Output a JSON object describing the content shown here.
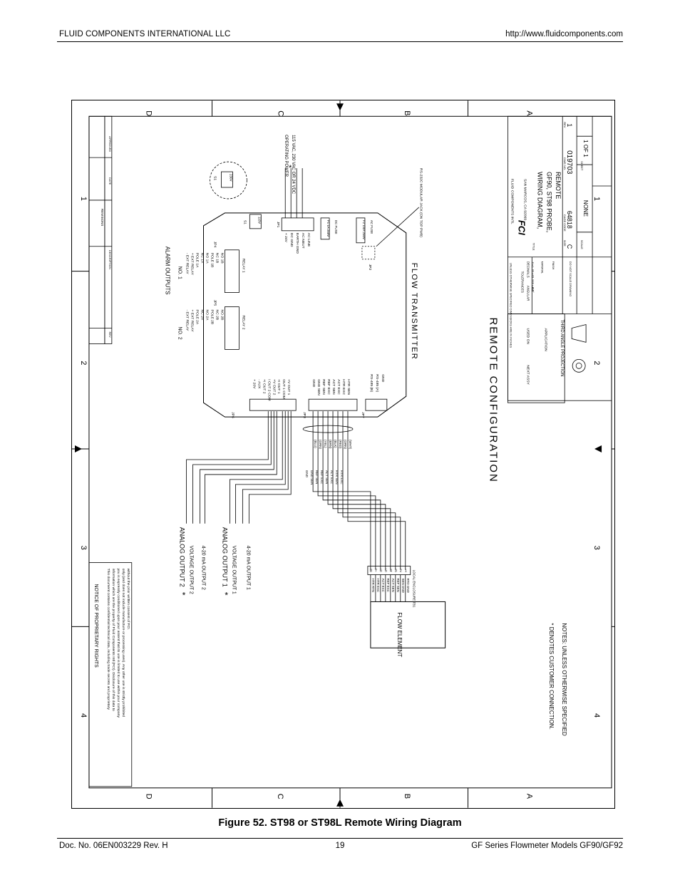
{
  "header": {
    "company": "FLUID COMPONENTS INTERNATIONAL LLC",
    "url": "http://www.fluidcomponents.com"
  },
  "drawing": {
    "title_main": "REMOTE CONFIGURATION",
    "flow_transmitter": "FLOW TRANSMITTER",
    "alarm_outputs": "ALARM OUTPUTS",
    "relay_no1": "NO. 1",
    "relay_no2": "NO. 2",
    "relay1": "RELAY 1",
    "relay2": "RELAY 2",
    "relay_terms_1": [
      "NO 1B",
      "NC 1B",
      "POLE 1B",
      "NO 1A",
      "NC 1A",
      "POLE 1A",
      "+ EXT RELAY",
      "- EXT RELAY"
    ],
    "relay_terms_2": [
      "NO 2B",
      "NC 2B",
      "POLE 2B",
      "NO 2A",
      "NC 2A",
      "POLE 2A",
      "+ EXT RELAY",
      "- EXT RELAY"
    ],
    "jp4": "JP4",
    "jp5": "JP5",
    "jp6": "JP6",
    "jp3": "JP3",
    "jp7": "JP7",
    "jp1": "JP1",
    "jp2": "JP2",
    "s1": "S1",
    "sw_115v": "115V",
    "sw_230v": "230V",
    "jp1_terms": [
      "+ 24V",
      "DC GND",
      "EARTH GND",
      "AC NEUT",
      "AC LINE"
    ],
    "operating_power": "OPERATING POWER",
    "power_spec": "115 VAC, 230 VAC OR 24 VDC",
    "dc_fuse": "DC FUSE",
    "dc_fuse_rating": "F1 1A 250V",
    "ac_fuse": "AC FUSE",
    "ac_fuse_rating": "F2 1/4A 250V",
    "rs232": "RS-232C MODULAR JACK (ON TOP PWB)",
    "jp6_terms": [
      "+ 20V",
      "- AUX",
      "+I OUT 2",
      "I OUT 2 COM",
      "+V OUT 2",
      "+I OUT 1",
      "OUT 1 COM",
      "+V OUT 1"
    ],
    "jp3_terms": [
      "GND",
      "GND SEN",
      "REF SEN",
      "REF EXC",
      "ACT SEN",
      "ACT EXC",
      "HTR EXC",
      "HTR SEN"
    ],
    "jp7_terms": [
      "RS-485 (B)",
      "RS-485 (A)",
      "GND"
    ],
    "wire_colors": [
      "(BLU)",
      "(GRN)",
      "(YEL)",
      "(BRN)",
      "(BLK)",
      "(RED)",
      "(ORN)",
      "(WHT)"
    ],
    "cable_terms": [
      "GND",
      "GND SEN",
      "REF SEN",
      "REF EXC",
      "ACT SEN",
      "ACT EXC",
      "HTR SEN",
      "HTR EXC"
    ],
    "analog_output_2": "ANALOG OUTPUT 2",
    "analog_output_1": "ANALOG OUTPUT 1",
    "voltage_output_2": "VOLTAGE OUTPUT 2",
    "current_output_2": "4-20 mA OUTPUT 2",
    "voltage_output_1": "VOLTAGE OUTPUT 1",
    "current_output_1": "4-20 mA OUTPUT 1",
    "tb_numbers": [
      "8",
      "7",
      "6",
      "5",
      "4",
      "3",
      "2",
      "1"
    ],
    "tb_label": "LOCAL ENCLOSURE TB1",
    "element_terms": [
      "HTR RTN",
      "HTR EXC",
      "ACT EXC",
      "REF EXC",
      "ACT SEN",
      "REF SEN",
      "SEN GND",
      "RTD GND"
    ],
    "flow_element": "FLOW ELEMENT",
    "notice_title": "NOTICE OF PROPRIETARY RIGHTS",
    "notice_lines": [
      "This document contains confidential technical data, including trade secrets and proprietary",
      "information which are the property of Fluid Components Intl (FCI). Disclosure of this data to",
      "you is expressly conditioned upon your assent that its use is limited to use within your company",
      "only (and does not include manufacture or processing uses). Any other use is strictly prohibited",
      "without the prior written consent of FCI."
    ],
    "notes": "NOTES: UNLESS OTHERWISE SPECIFIED",
    "note_star": "* DENOTES CUSTOMER CONNECTION.",
    "third_angle": "THIRD ANGLE PROJECTION",
    "revisions": "REVISIONS",
    "rev_cols": [
      "REV",
      "DESCRIPTION",
      "DATE",
      "APPROVED"
    ],
    "tb_company": "FLUID COMPONENTS INTL",
    "tb_address": "SAN MARCOS, CA 92069",
    "tb_title_1": "WIRING DIAGRAM,",
    "tb_title_2": "GF90, ST98 PROBE,",
    "tb_title_3": "REMOTE",
    "tb_size": "C",
    "tb_cage": "64818",
    "tb_dwg": "019703",
    "tb_rev": "1",
    "tb_scale": "NONE",
    "tb_sheet": "1 OF 1",
    "tb_logo": "FCI",
    "tb_title_lbl": "TITLE",
    "tb_size_lbl": "SIZE",
    "tb_cage_lbl": "CAGE CODE",
    "tb_dwg_lbl": "DWG NO.",
    "tb_rev_lbl": "REV",
    "tb_scale_lbl": "SCALE",
    "tb_sheet_lbl": "SHEET",
    "tb_next_assy": "NEXT ASSY",
    "tb_used_on": "USED ON",
    "tb_application": "APPLICATION",
    "tb_tolerances": "UNLESS OTHERWISE SPECIFIED DIMENSIONS ARE IN INCHES",
    "tb_tol": "TOLERANCES",
    "tb_decimals": "DECIMALS",
    "tb_angular": "ANGULAR",
    "tb_dec_vals": ".X ±.1  .XX ±.03  .XXX ±.010",
    "tb_angular_val": "±1/2°",
    "tb_material": "MATERIAL",
    "tb_finish": "FINISH",
    "tb_noscale": "DO NOT SCALE DRAWING",
    "zones_cols": [
      "4",
      "3",
      "2",
      "1"
    ],
    "zones_rows": [
      "D",
      "C",
      "B",
      "A"
    ]
  },
  "caption": "Figure 52.  ST98 or ST98L Remote Wiring Diagram",
  "footer": {
    "doc_no": "Doc. No. 06EN003229 Rev. H",
    "page": "19",
    "models": "GF Series Flowmeter Models GF90/GF92"
  }
}
